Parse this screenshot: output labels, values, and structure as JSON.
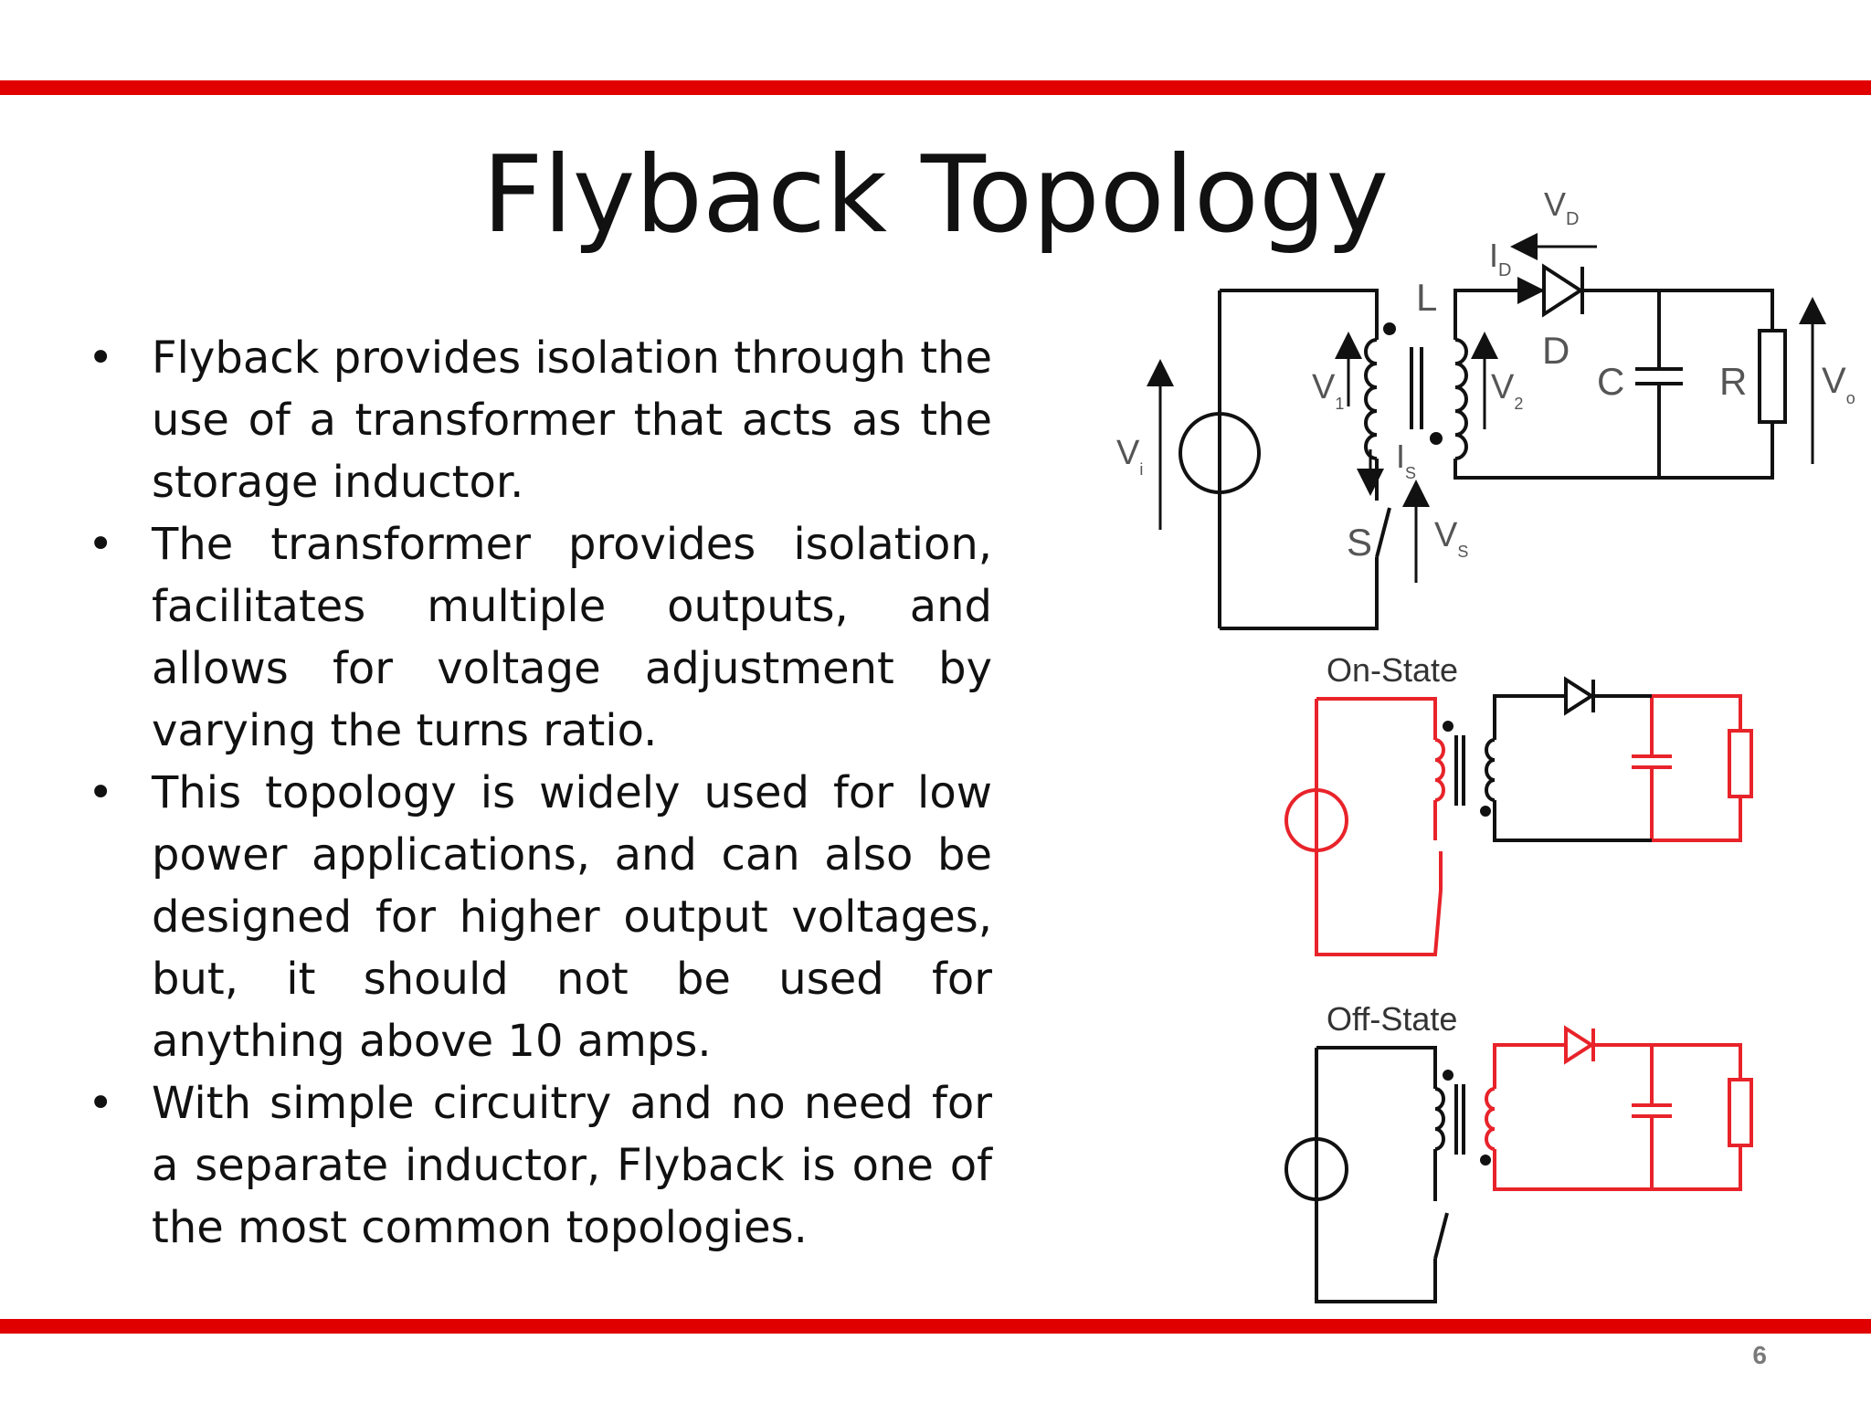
{
  "slide": {
    "title": "Flyback Topology",
    "page_number": "6",
    "accent_color": "#e00000"
  },
  "bullets": [
    "Flyback provides isolation through the use of a transformer that acts as the storage inductor.",
    "The transformer provides isolation, facilitates multiple outputs, and allows for voltage adjustment by varying the turns ratio.",
    "This topology is widely used for low power applications, and can also be designed for higher output voltages, but, it should not be used for anything above 10 amps.",
    "With simple circuitry and no need for a separate inductor, Flyback is one of the most common topologies."
  ],
  "bullet_symbol": "•",
  "main_circuit": {
    "labels": {
      "vd": "V",
      "vd_sub": "D",
      "id": "I",
      "id_sub": "D",
      "l": "L",
      "d": "D",
      "c": "C",
      "r": "R",
      "vo": "V",
      "vo_sub": "o",
      "v1": "V",
      "v1_sub": "1",
      "v2": "V",
      "v2_sub": "2",
      "vi": "V",
      "vi_sub": "i",
      "is": "I",
      "is_sub": "S",
      "s": "S",
      "vs": "V",
      "vs_sub": "S"
    }
  },
  "on_state": {
    "label": "On-State",
    "active_color": "#e8232a"
  },
  "off_state": {
    "label": "Off-State",
    "active_color": "#e8232a"
  }
}
